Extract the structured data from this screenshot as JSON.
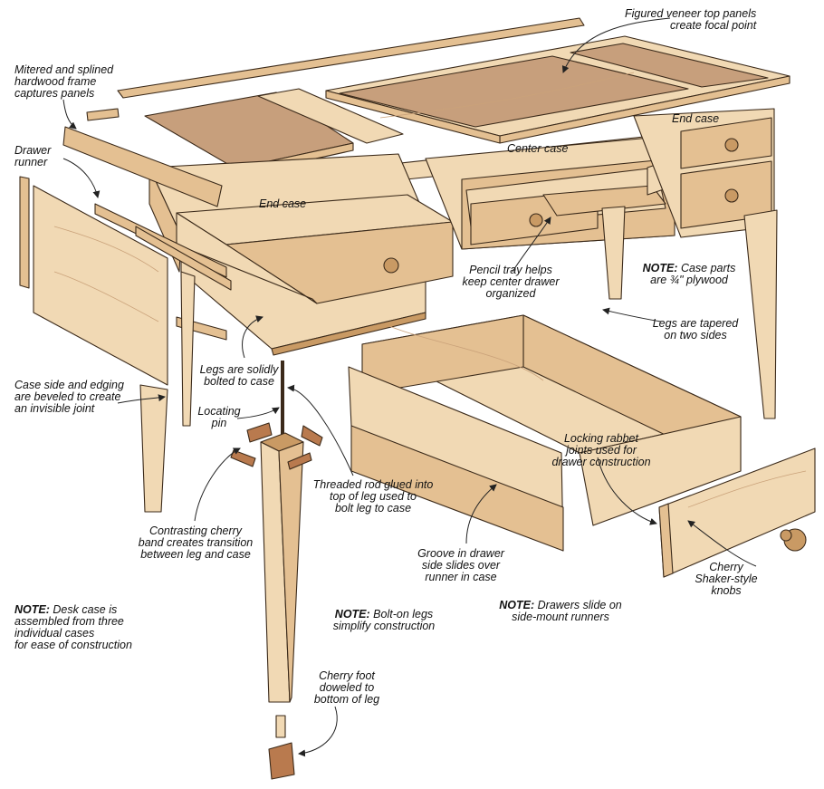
{
  "colors": {
    "wood_light": "#f1d9b4",
    "wood_mid": "#e4c092",
    "wood_dark": "#c99a64",
    "veneer": "#c79f7c",
    "outline": "#3b2a1a",
    "leader": "#222222"
  },
  "callouts": {
    "veneer_top": {
      "lines": [
        "Figured veneer top panels",
        "create focal point"
      ]
    },
    "mitered_frame": {
      "lines": [
        "Mitered and splined",
        "hardwood frame",
        "captures panels"
      ]
    },
    "drawer_runner": {
      "lines": [
        "Drawer",
        "runner"
      ]
    },
    "end_case_left": {
      "lines": [
        "End case"
      ]
    },
    "end_case_right": {
      "lines": [
        "End case"
      ]
    },
    "center_case": {
      "lines": [
        "Center case"
      ]
    },
    "pencil_tray": {
      "lines": [
        "Pencil tray helps",
        "keep center drawer",
        "organized"
      ]
    },
    "case_parts": {
      "note": "NOTE:",
      "lines": [
        "Case parts",
        "are ¾\" plywood"
      ]
    },
    "legs_tapered": {
      "lines": [
        "Legs are tapered",
        "on two sides"
      ]
    },
    "legs_bolted": {
      "lines": [
        "Legs are solidly",
        "bolted to case"
      ]
    },
    "case_side": {
      "lines": [
        "Case side and edging",
        "are beveled to create",
        "an invisible joint"
      ]
    },
    "locating_pin": {
      "lines": [
        "Locating",
        "pin"
      ]
    },
    "locking_rabbet": {
      "lines": [
        "Locking rabbet",
        "joints used for",
        "drawer construction"
      ]
    },
    "threaded_rod": {
      "lines": [
        "Threaded rod glued into",
        "top of leg used to",
        "bolt leg to case"
      ]
    },
    "cherry_band": {
      "lines": [
        "Contrasting cherry",
        "band creates transition",
        "between leg and case"
      ]
    },
    "groove": {
      "lines": [
        "Groove in drawer",
        "side slides over",
        "runner in case"
      ]
    },
    "cherry_knobs": {
      "lines": [
        "Cherry",
        "Shaker-style",
        "knobs"
      ]
    },
    "note_desk_case": {
      "note": "NOTE:",
      "lines": [
        "Desk case is",
        "assembled from three",
        "individual cases",
        "for ease of construction"
      ]
    },
    "note_bolt_on": {
      "note": "NOTE:",
      "lines": [
        "Bolt-on legs",
        "simplify construction"
      ]
    },
    "note_drawers": {
      "note": "NOTE:",
      "lines": [
        "Drawers slide on",
        "side-mount runners"
      ]
    },
    "cherry_foot": {
      "lines": [
        "Cherry foot",
        "doweled to",
        "bottom of leg"
      ]
    }
  }
}
